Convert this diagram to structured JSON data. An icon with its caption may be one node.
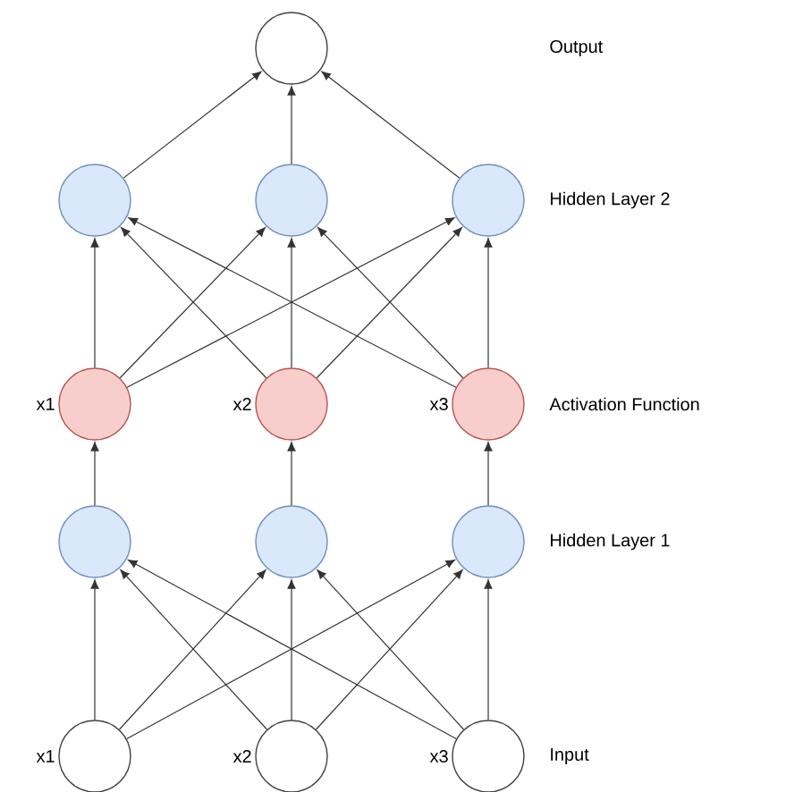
{
  "diagram": {
    "nodes": [
      {
        "text": [],
        "shape": "circle"
      },
      {
        "text": [],
        "shape": "circle"
      },
      {
        "text": [],
        "shape": "circle"
      },
      {
        "text": [],
        "shape": "circle"
      },
      {
        "text": [],
        "shape": "circle",
        "beside": [
          "x1"
        ]
      },
      {
        "text": [],
        "shape": "circle",
        "beside": [
          "x2"
        ]
      },
      {
        "text": [],
        "shape": "circle",
        "beside": [
          "x3"
        ]
      },
      {
        "text": [],
        "shape": "circle"
      },
      {
        "text": [],
        "shape": "circle"
      },
      {
        "text": [],
        "shape": "circle"
      },
      {
        "text": [],
        "shape": "circle",
        "beside": [
          "x1"
        ]
      },
      {
        "text": [],
        "shape": "circle",
        "beside": [
          "x2"
        ]
      },
      {
        "text": [],
        "shape": "circle",
        "beside": [
          "x3"
        ]
      }
    ],
    "edges": [
      {
        "from": 10,
        "to": 7,
        "arrow": "to"
      },
      {
        "from": 10,
        "to": 8,
        "arrow": "to"
      },
      {
        "from": 10,
        "to": 9,
        "arrow": "to"
      },
      {
        "from": 11,
        "to": 7,
        "arrow": "to"
      },
      {
        "from": 11,
        "to": 8,
        "arrow": "to"
      },
      {
        "from": 11,
        "to": 9,
        "arrow": "to"
      },
      {
        "from": 12,
        "to": 7,
        "arrow": "to"
      },
      {
        "from": 12,
        "to": 8,
        "arrow": "to"
      },
      {
        "from": 12,
        "to": 9,
        "arrow": "to"
      },
      {
        "from": 7,
        "to": 4,
        "arrow": "to"
      },
      {
        "from": 8,
        "to": 5,
        "arrow": "to"
      },
      {
        "from": 9,
        "to": 6,
        "arrow": "to"
      },
      {
        "from": 4,
        "to": 1,
        "arrow": "to"
      },
      {
        "from": 4,
        "to": 2,
        "arrow": "to"
      },
      {
        "from": 4,
        "to": 3,
        "arrow": "to"
      },
      {
        "from": 5,
        "to": 1,
        "arrow": "to"
      },
      {
        "from": 5,
        "to": 2,
        "arrow": "to"
      },
      {
        "from": 5,
        "to": 3,
        "arrow": "to"
      },
      {
        "from": 6,
        "to": 1,
        "arrow": "to"
      },
      {
        "from": 6,
        "to": 2,
        "arrow": "to"
      },
      {
        "from": 6,
        "to": 3,
        "arrow": "to"
      },
      {
        "from": 1,
        "to": 0,
        "arrow": "to"
      },
      {
        "from": 2,
        "to": 0,
        "arrow": "to"
      },
      {
        "from": 3,
        "to": 0,
        "arrow": "to"
      }
    ],
    "labels": [
      "Output",
      "Hidden Layer 2",
      "Activation Function",
      "Hidden Layer 1",
      "Input"
    ]
  }
}
